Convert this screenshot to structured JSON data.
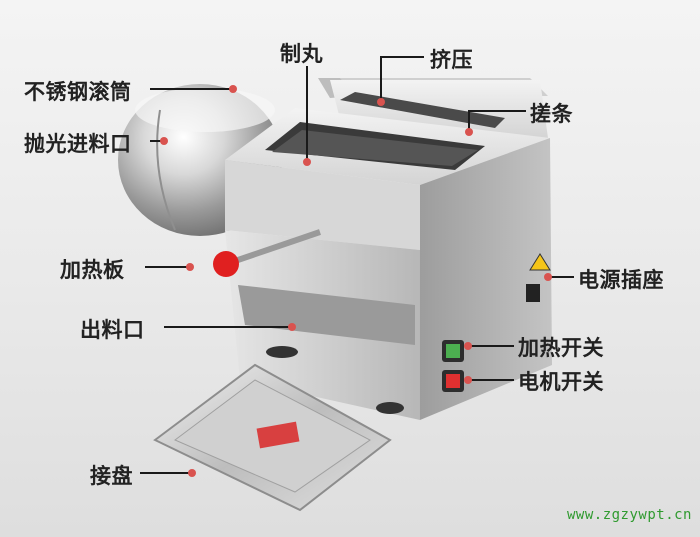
{
  "labels": {
    "drum": "不锈钢滚筒",
    "polish_inlet": "抛光进料口",
    "heating_plate": "加热板",
    "outlet": "出料口",
    "receiving_tray": "接盘",
    "pill_making": "制丸",
    "extrusion": "挤压",
    "strip_rolling": "搓条",
    "power_socket": "电源插座",
    "heating_switch": "加热开关",
    "motor_switch": "电机开关"
  },
  "watermark": "www.zgzywpt.cn",
  "colors": {
    "label_text": "#222222",
    "leader_line": "#1a1a1a",
    "pointer_dot": "#d9534f",
    "knob_red": "#e02020",
    "watermark_green": "#2f9a2f"
  },
  "icons": [
    "stainless-drum",
    "pill-machine-body",
    "tray",
    "warning-icon",
    "switch-icon"
  ]
}
